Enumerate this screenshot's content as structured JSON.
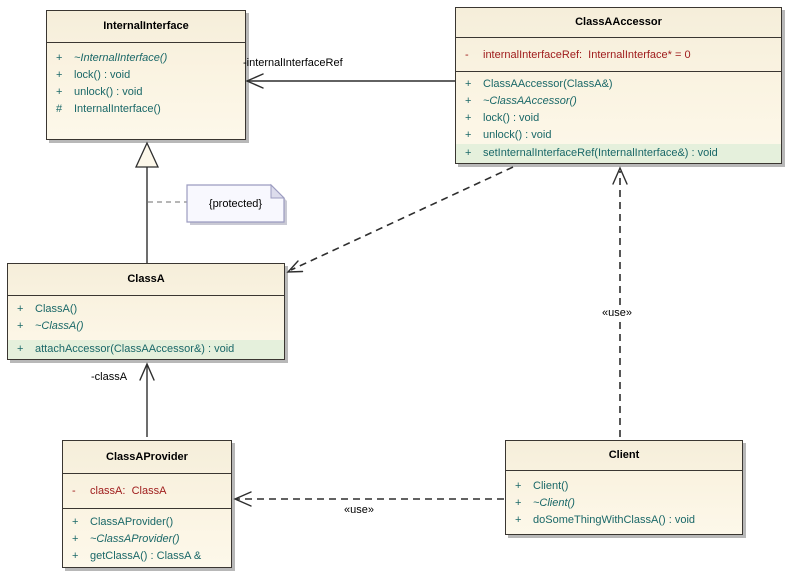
{
  "colors": {
    "background": "#ffffff",
    "box_fill": "#faf3e1",
    "box_border": "#3a3631",
    "box_shadow": "#b8b8b8",
    "method_text": "#1a6868",
    "attribute_text": "#9e1a1a",
    "highlight_row": "#e5f0dc",
    "note_fill": "#f8f8fe",
    "note_border": "#9c9cc0",
    "edge_line": "#2e2e2e"
  },
  "classes": {
    "internal_interface": {
      "title": "InternalInterface",
      "methods": [
        {
          "vis": "+",
          "text": "~InternalInterface()"
        },
        {
          "vis": "+",
          "text": "lock() : void"
        },
        {
          "vis": "+",
          "text": "unlock() : void"
        },
        {
          "vis": "#",
          "text": "InternalInterface()"
        }
      ]
    },
    "class_a_accessor": {
      "title": "ClassAAccessor",
      "attributes": [
        {
          "vis": "-",
          "text": "internalInterfaceRef:  InternalInterface* = 0"
        }
      ],
      "methods": [
        {
          "vis": "+",
          "text": "ClassAAccessor(ClassA&)"
        },
        {
          "vis": "+",
          "text": "~ClassAAccessor()"
        },
        {
          "vis": "+",
          "text": "lock() : void"
        },
        {
          "vis": "+",
          "text": "unlock() : void"
        },
        {
          "vis": "+",
          "text": "setInternalInterfaceRef(InternalInterface&) : void"
        }
      ]
    },
    "class_a": {
      "title": "ClassA",
      "methods": [
        {
          "vis": "+",
          "text": "ClassA()"
        },
        {
          "vis": "+",
          "text": "~ClassA()"
        },
        {
          "vis": "+",
          "text": "attachAccessor(ClassAAccessor&) : void"
        }
      ]
    },
    "class_a_provider": {
      "title": "ClassAProvider",
      "attributes": [
        {
          "vis": "-",
          "text": "classA:  ClassA"
        }
      ],
      "methods": [
        {
          "vis": "+",
          "text": "ClassAProvider()"
        },
        {
          "vis": "+",
          "text": "~ClassAProvider()"
        },
        {
          "vis": "+",
          "text": "getClassA() : ClassA &"
        }
      ]
    },
    "client": {
      "title": "Client",
      "methods": [
        {
          "vis": "+",
          "text": "Client()"
        },
        {
          "vis": "+",
          "text": "~Client()"
        },
        {
          "vis": "+",
          "text": "doSomeThingWithClassA() : void"
        }
      ]
    }
  },
  "edges": {
    "internal_interface_ref_label": "-internalInterfaceRef",
    "class_a_ref_label": "-classA",
    "use_accessor_label": "«use»",
    "use_provider_label": "«use»",
    "protected_note_text": "{protected}"
  }
}
